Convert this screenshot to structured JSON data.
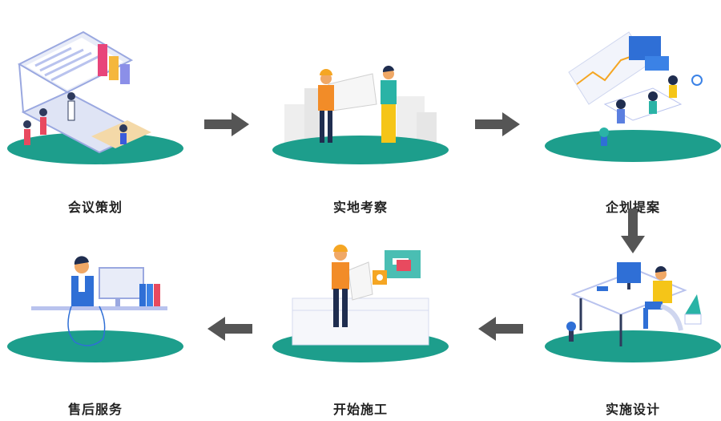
{
  "steps": [
    {
      "label": "会议策划",
      "icon": "meeting-planning-illustration"
    },
    {
      "label": "实地考察",
      "icon": "site-survey-illustration"
    },
    {
      "label": "企划提案",
      "icon": "proposal-illustration"
    },
    {
      "label": "实施设计",
      "icon": "design-implementation-illustration"
    },
    {
      "label": "开始施工",
      "icon": "construction-start-illustration"
    },
    {
      "label": "售后服务",
      "icon": "after-sales-service-illustration"
    }
  ],
  "colors": {
    "platform": "#1d9e8c",
    "arrow": "#555555",
    "label": "#222222"
  }
}
